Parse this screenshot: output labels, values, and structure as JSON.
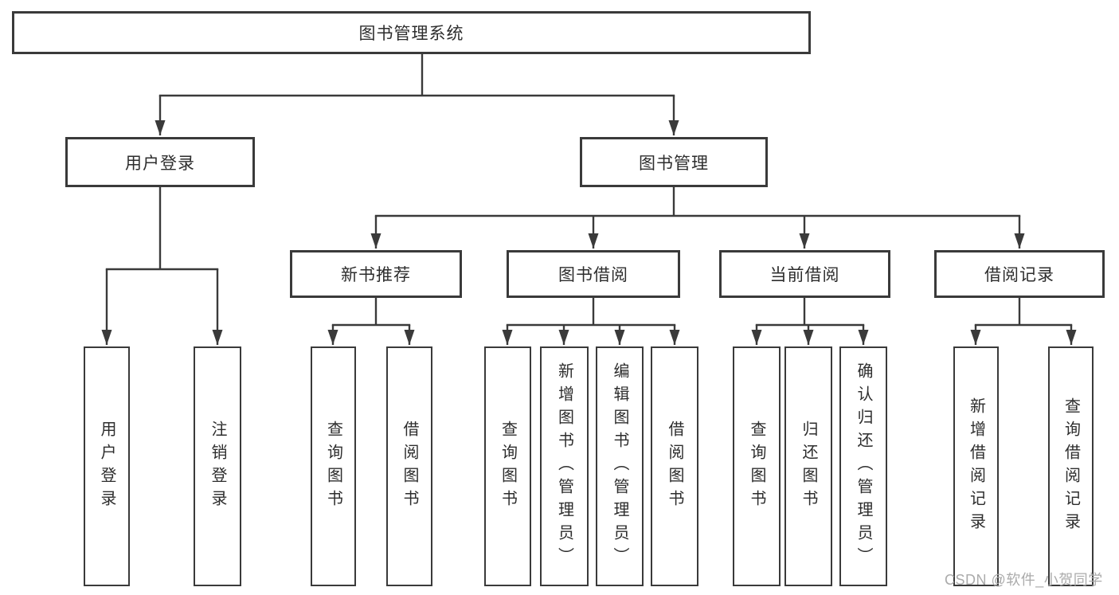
{
  "tree": {
    "label": "图书管理系统",
    "children": [
      {
        "label": "用户登录",
        "children": [
          {
            "label": "用户登录"
          },
          {
            "label": "注销登录"
          }
        ]
      },
      {
        "label": "图书管理",
        "children": [
          {
            "label": "新书推荐",
            "children": [
              {
                "label": "查询图书"
              },
              {
                "label": "借阅图书"
              }
            ]
          },
          {
            "label": "图书借阅",
            "children": [
              {
                "label": "查询图书"
              },
              {
                "label": "新增图书（管理员）"
              },
              {
                "label": "编辑图书（管理员）"
              },
              {
                "label": "借阅图书"
              }
            ]
          },
          {
            "label": "当前借阅",
            "children": [
              {
                "label": "查询图书"
              },
              {
                "label": "归还图书"
              },
              {
                "label": "确认归还（管理员）"
              }
            ]
          },
          {
            "label": "借阅记录",
            "children": [
              {
                "label": "新增借阅记录"
              },
              {
                "label": "查询借阅记录"
              }
            ]
          }
        ]
      }
    ]
  },
  "watermark": "CSDN @软件_小贺同学",
  "colors": {
    "line": "#3a3a3a",
    "box_border": "#3a3a3a",
    "text": "#2d2d2d",
    "watermark": "#ababab",
    "background": "#ffffff"
  }
}
